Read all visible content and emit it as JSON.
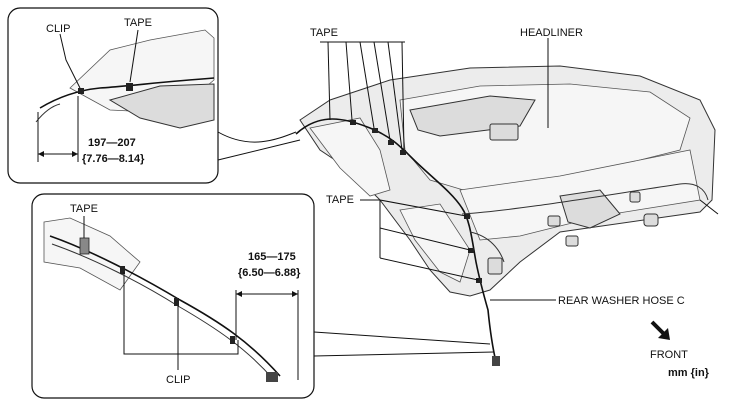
{
  "labels": {
    "tape_main": "TAPE",
    "headliner": "HEADLINER",
    "tape_mid": "TAPE",
    "rear_washer_hose": "REAR WASHER HOSE C",
    "front": "FRONT",
    "units": "mm {in}"
  },
  "inset_top": {
    "clip": "CLIP",
    "tape": "TAPE",
    "dim_mm": "197—207",
    "dim_in": "{7.76—8.14}"
  },
  "inset_bottom": {
    "tape": "TAPE",
    "clip": "CLIP",
    "dim_mm": "165—175",
    "dim_in": "{6.50—6.88}"
  },
  "icons": {
    "front_arrow": "arrow-down-right-icon"
  }
}
